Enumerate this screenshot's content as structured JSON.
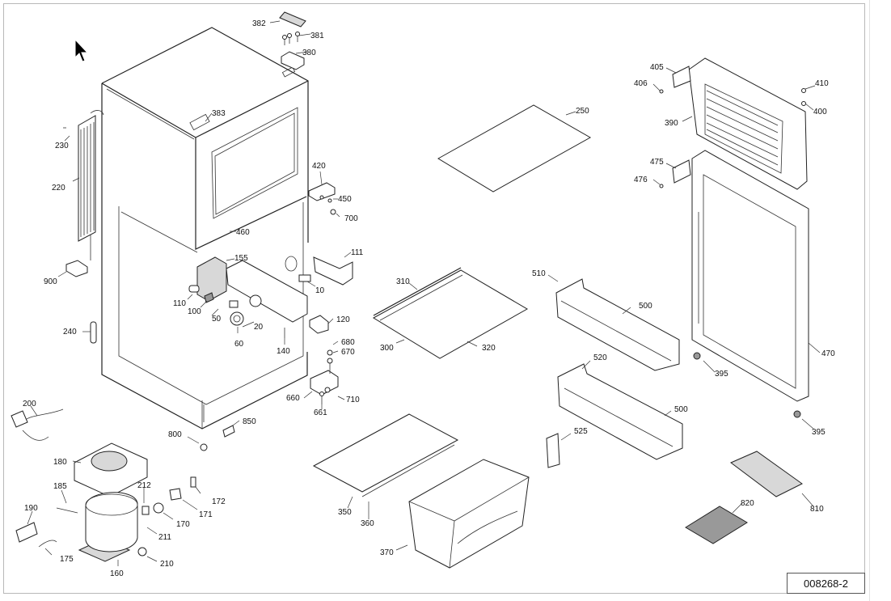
{
  "diagram": {
    "reference": "008268-2",
    "part_labels": [
      "382",
      "381",
      "380",
      "383",
      "230",
      "220",
      "900",
      "420",
      "450",
      "700",
      "460",
      "155",
      "111",
      "110",
      "100",
      "10",
      "50",
      "20",
      "120",
      "60",
      "140",
      "680",
      "670",
      "660",
      "710",
      "661",
      "240",
      "200",
      "850",
      "800",
      "180",
      "185",
      "212",
      "172",
      "190",
      "171",
      "170",
      "211",
      "175",
      "210",
      "160",
      "250",
      "310",
      "300",
      "320",
      "510",
      "500",
      "520",
      "500",
      "525",
      "350",
      "360",
      "370",
      "405",
      "406",
      "410",
      "400",
      "390",
      "475",
      "476",
      "470",
      "395",
      "395",
      "810",
      "820"
    ]
  }
}
